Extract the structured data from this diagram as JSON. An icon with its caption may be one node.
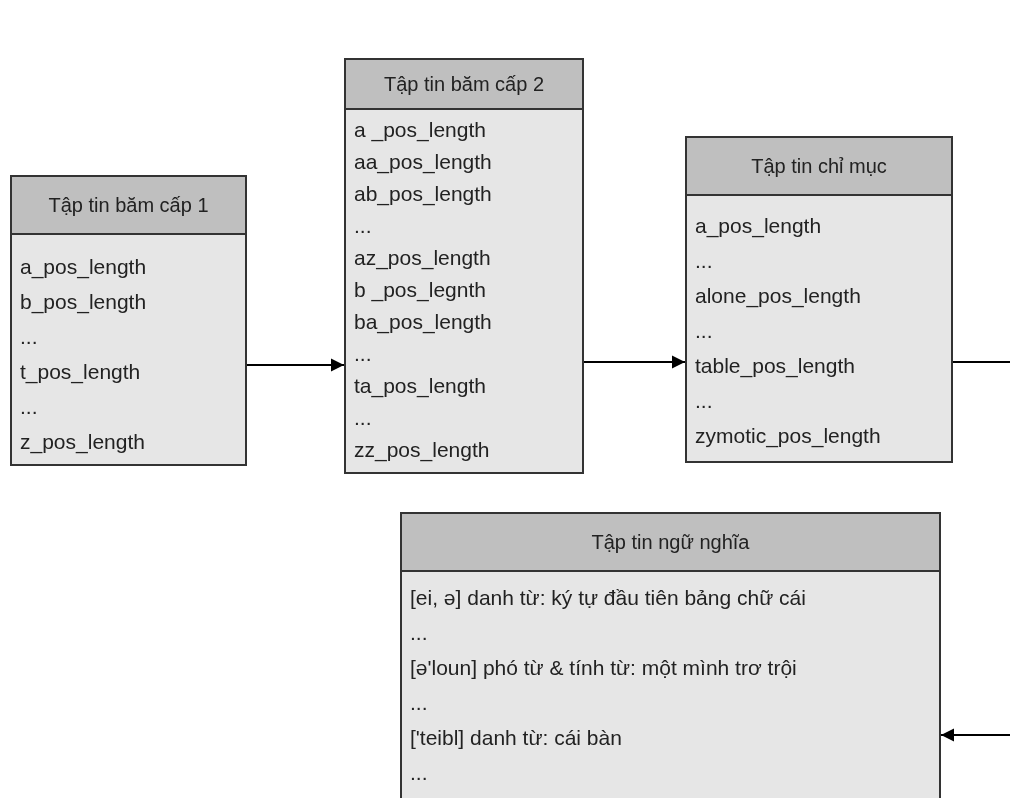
{
  "diagram": {
    "nodes": [
      {
        "text": [
          "Tập tin băm cấp 1",
          "a_pos_length",
          "b_pos_length",
          "...",
          "t_pos_length",
          "...",
          "z_pos_length"
        ]
      },
      {
        "text": [
          "Tập tin băm cấp 2",
          "a _pos_length",
          "aa_pos_length",
          "ab_pos_length",
          "...",
          "az_pos_length",
          "b _pos_legnth",
          "ba_pos_length",
          "...",
          "ta_pos_length",
          "...",
          "zz_pos_length"
        ]
      },
      {
        "text": [
          "Tập tin chỉ mục",
          "a_pos_length",
          "...",
          "alone_pos_length",
          "...",
          "table_pos_length",
          "...",
          "zymotic_pos_length"
        ]
      },
      {
        "text": [
          "Tập tin ngữ nghĩa",
          "[ei, ə] danh từ: ký tự đầu tiên bảng chữ cái",
          "...",
          "[ə'loun] phó từ & tính từ: một mình trơ trội",
          "...",
          "['teibl] danh từ: cái bàn",
          "..."
        ]
      }
    ],
    "edges": [
      {
        "from": 0,
        "to": 1,
        "arrow": "to"
      },
      {
        "from": 1,
        "to": 2,
        "arrow": "to"
      },
      {
        "from": 2,
        "to": null,
        "arrow": "none"
      },
      {
        "from": null,
        "to": 3,
        "arrow": "to"
      }
    ]
  }
}
